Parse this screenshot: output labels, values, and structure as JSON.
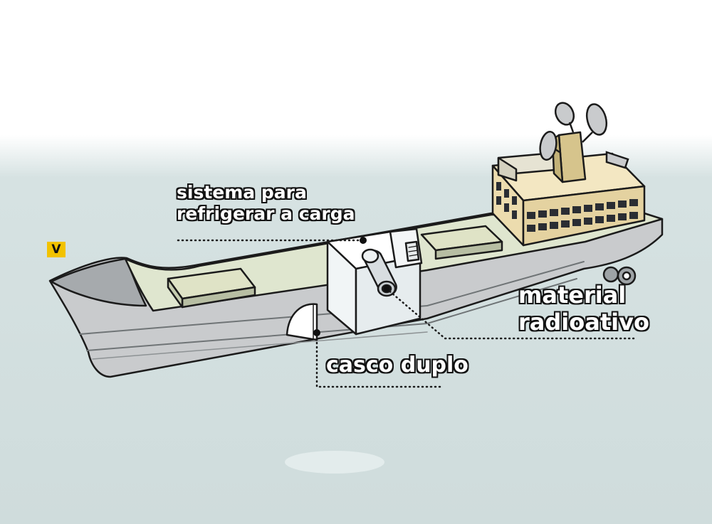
{
  "brand": {
    "badge": "V",
    "accent": "#f2c200"
  },
  "colors": {
    "hull": "#c9cbcd",
    "deck": "#dfe6cf",
    "building": "#ecdcae",
    "background": "#d6e2e2"
  },
  "labels": {
    "refrigeration": [
      "sistema para",
      "refrigerar a carga"
    ],
    "radioactive": [
      "material",
      "radioativo"
    ],
    "double_hull": "casco duplo"
  }
}
